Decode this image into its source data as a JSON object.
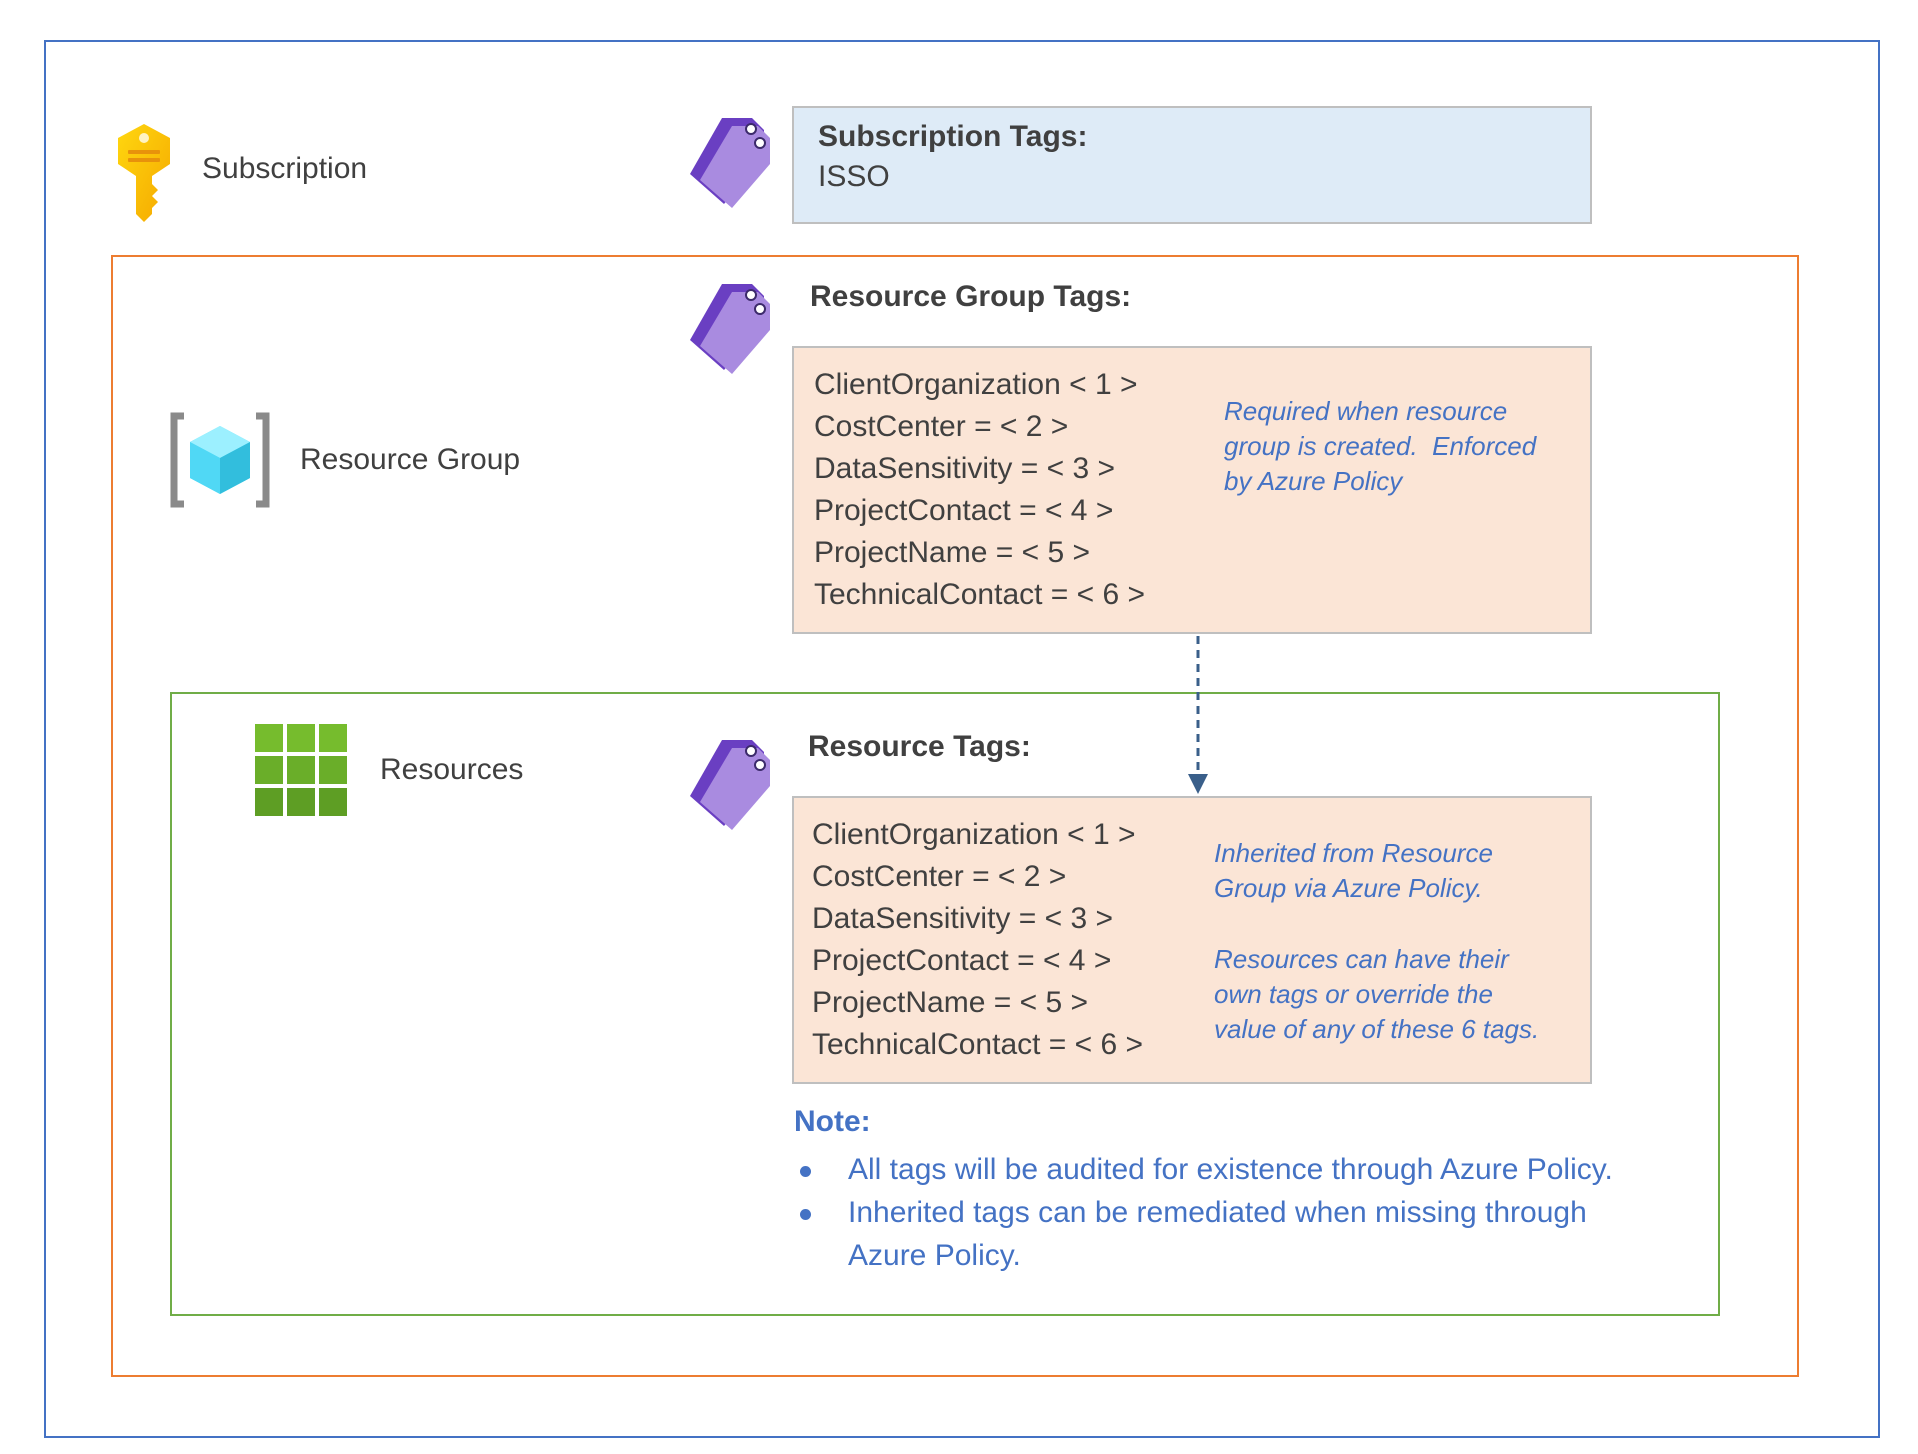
{
  "subscription": {
    "label": "Subscription",
    "icon": "key-icon",
    "tags_title": "Subscription Tags:",
    "tags": [
      "ISSO"
    ]
  },
  "resource_group": {
    "label": "Resource Group",
    "icon": "resource-group-icon",
    "tags_title": "Resource Group Tags:",
    "tags": [
      "ClientOrganization < 1 >",
      "CostCenter = < 2 >",
      "DataSensitivity = < 3 >",
      "ProjectContact = < 4 >",
      "ProjectName = < 5 >",
      "TechnicalContact = < 6 >"
    ],
    "note_lines": [
      "Required when resource",
      "group is created.  Enforced",
      "by Azure Policy"
    ]
  },
  "resources": {
    "label": "Resources",
    "icon": "resources-grid-icon",
    "tags_title": "Resource Tags:",
    "tags": [
      "ClientOrganization < 1 >",
      "CostCenter = < 2 >",
      "DataSensitivity = < 3 >",
      "ProjectContact = < 4 >",
      "ProjectName = < 5 >",
      "TechnicalContact = < 6 >"
    ],
    "note_lines": [
      "Inherited from Resource",
      "Group via Azure Policy."
    ],
    "note2_lines": [
      "Resources can have their",
      "own tags or override the",
      "value of any of these 6 tags."
    ]
  },
  "note": {
    "title": "Note:",
    "items": [
      "All tags will be audited for existence through Azure Policy.",
      "Inherited tags can be remediated when missing through Azure Policy."
    ]
  },
  "colors": {
    "subscription_border": "#4472c4",
    "resource_group_border": "#ed7d31",
    "resources_border": "#70ad47",
    "subscription_tag_fill": "#deebf7",
    "tag_box_fill": "#fbe5d6",
    "note_text": "#4472c4",
    "tag_icon": "#8661c5",
    "key_icon": "#ffb900"
  }
}
